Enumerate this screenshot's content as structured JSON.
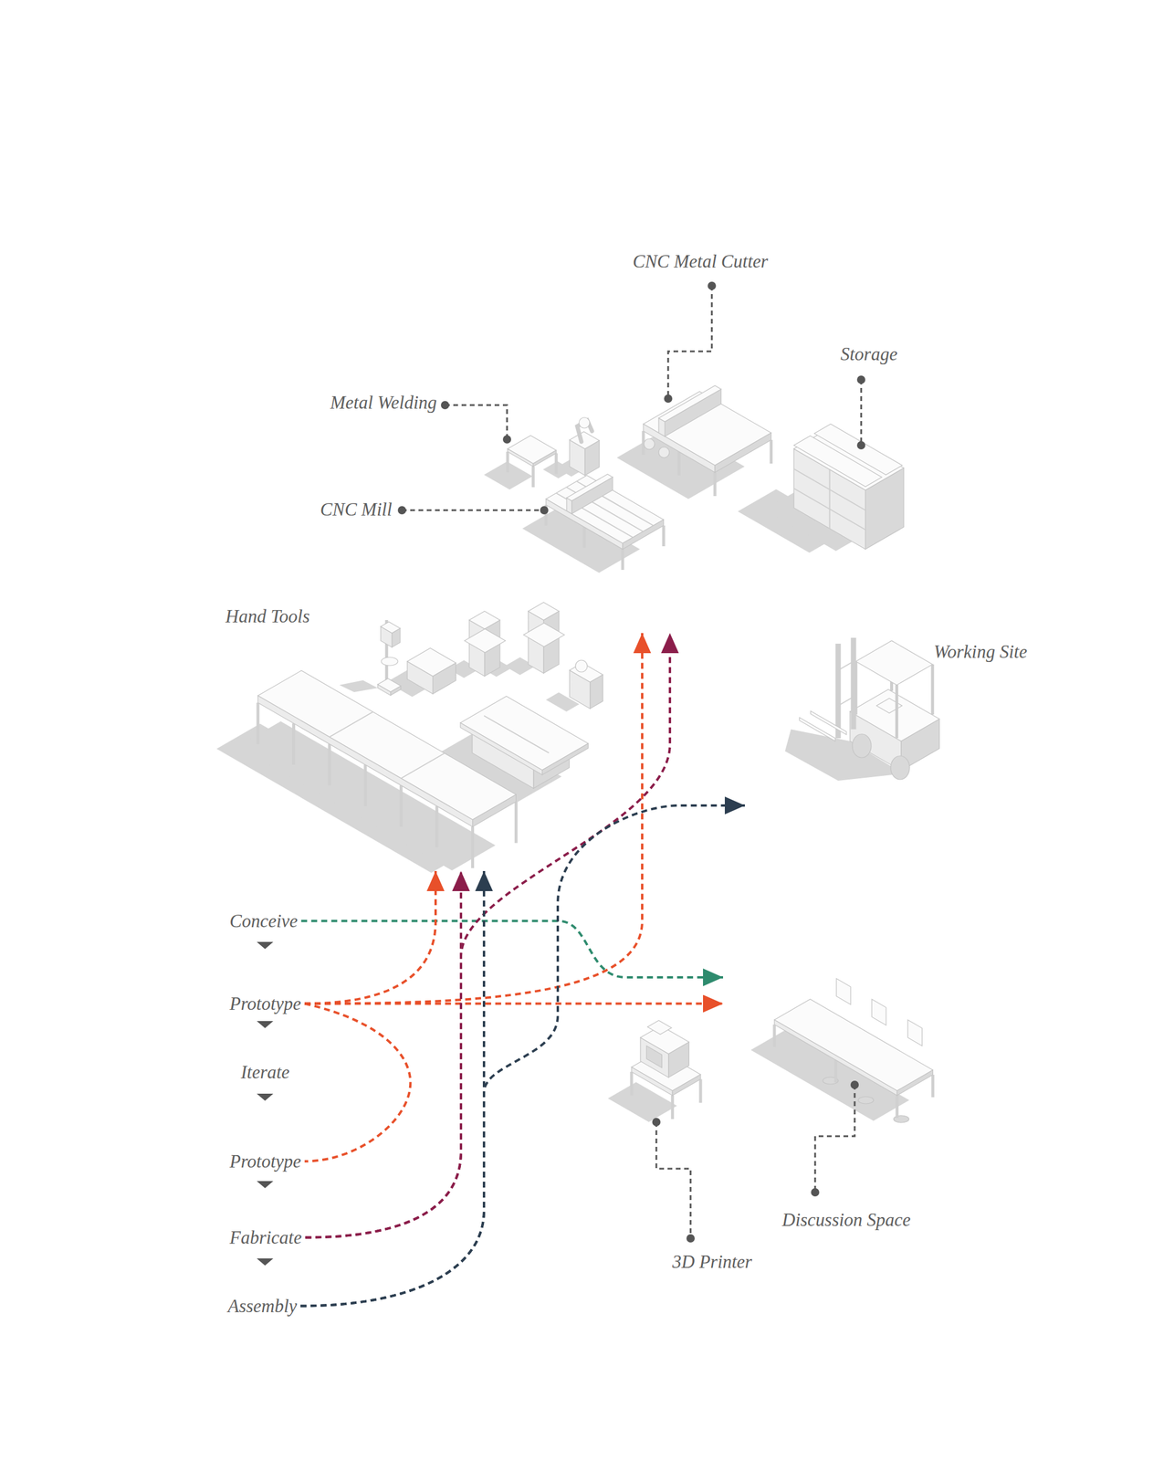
{
  "diagram": {
    "nodes": [
      {
        "text": [
          "CNC Metal Cutter",
          "Storage",
          "Metal Welding",
          "CNC Mill"
        ]
      },
      {
        "text": [
          "Hand Tools"
        ]
      },
      {
        "text": [
          "Working Site"
        ]
      },
      {
        "text": [
          "Conceive"
        ]
      },
      {
        "text": [
          "Prototype"
        ]
      },
      {
        "text": [
          "Iterate"
        ]
      },
      {
        "text": [
          "Prototype"
        ]
      },
      {
        "text": [
          "Fabricate"
        ]
      },
      {
        "text": [
          "Assembly"
        ]
      },
      {
        "text": [
          "Discussion Space"
        ]
      }
    ],
    "edges": [
      {
        "from": 3,
        "to": 9,
        "arrow": "to"
      },
      {
        "from": 4,
        "to": 1,
        "arrow": "to"
      },
      {
        "from": 4,
        "to": 0,
        "arrow": "to"
      },
      {
        "from": 4,
        "to": 9,
        "arrow": "to"
      },
      {
        "from": 4,
        "to": 6,
        "arrow": "none"
      },
      {
        "from": 7,
        "to": 1,
        "arrow": "to"
      },
      {
        "from": 7,
        "to": 0,
        "arrow": "to"
      },
      {
        "from": 8,
        "to": 1,
        "arrow": "to"
      },
      {
        "from": 8,
        "to": 2,
        "arrow": "to"
      }
    ],
    "labels": [
      "3D Printer"
    ]
  }
}
